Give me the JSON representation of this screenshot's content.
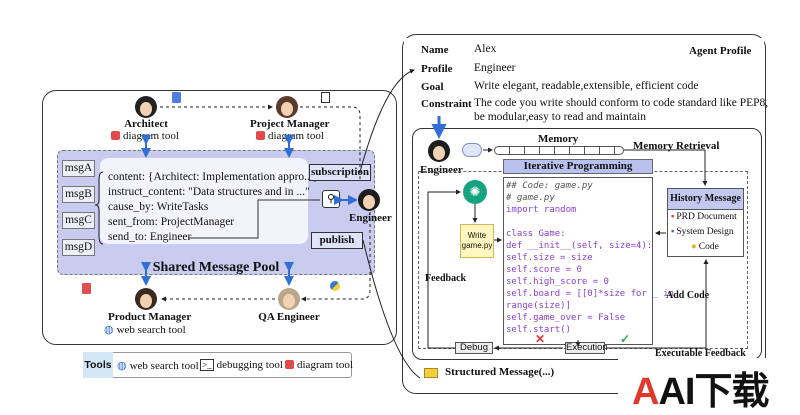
{
  "left": {
    "roles": {
      "architect": "Architect",
      "project_manager": "Project Manager",
      "product_manager": "Product Manager",
      "qa_engineer": "QA Engineer",
      "engineer": "Engineer"
    },
    "tools": {
      "architect_tool": "diagram tool",
      "pm_tool": "diagram tool",
      "product_tool": "web search tool"
    },
    "messages": [
      "msgA",
      "msgB",
      "msgC",
      "msgD"
    ],
    "message_fields": [
      "content: {Architect: Implementation appro...}",
      "instruct_content: \"Data structures and in ...\"",
      "cause_by: WriteTasks",
      "sent_from: ProjectManager",
      "send_to: Engineer"
    ],
    "subscription": "subscription",
    "publish": "publish",
    "pool_title": "Shared Message Pool"
  },
  "tools_bar": {
    "key": "Tools",
    "web": "web search tool",
    "debug": "debugging tool",
    "diagram": "diagram tool"
  },
  "profile": {
    "title": "Agent Profile",
    "name_key": "Name",
    "name_val": "Alex",
    "profile_key": "Profile",
    "profile_val": "Engineer",
    "goal_key": "Goal",
    "goal_val": "Write elegant, readable,extensible, efficient code",
    "constraint_key": "Constraint",
    "constraint_val_1": "The code you write should conform to code standard like PEP8,",
    "constraint_val_2": "be modular,easy to read and maintain"
  },
  "engineer_panel": {
    "engineer_label": "Engineer",
    "memory": "Memory",
    "memory_retrieval": "Memory Retrieval",
    "iterative_programming": "Iterative Programming",
    "history_message": "History Message",
    "history_items": [
      "PRD Document",
      "System Design",
      "Code"
    ],
    "write_note": "Write game.py",
    "feedback": "Feedback",
    "add_code": "Add Code",
    "debug": "Debug",
    "execution": "Execution",
    "executable_feedback": "Executable Feedback",
    "structured_message": "Structured Message(...)",
    "code_lines": [
      "## Code: game.py",
      "# game.py",
      "import random",
      "",
      "class Game:",
      "    def __init__(self, size=4):",
      "        self.size = size",
      "        self.score = 0",
      "        self.high_score = 0",
      "        self.board = [[0]*size for _ in",
      "range(size)]",
      "        self.game_over = False",
      "        self.start()"
    ]
  },
  "watermark": "AI下载",
  "colors": {
    "pool_bg": "#c9cbef",
    "accent_blue": "#2f6fd6",
    "program_bar": "#b9c2ee",
    "check_green": "#2ea84a",
    "cross_red": "#d63b3b"
  }
}
